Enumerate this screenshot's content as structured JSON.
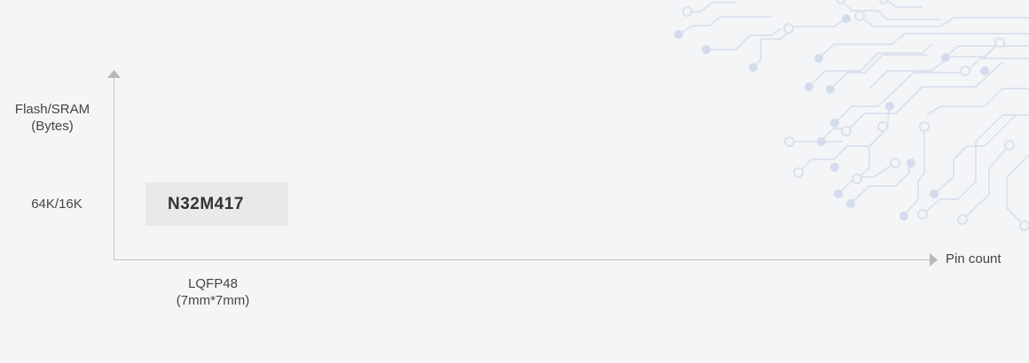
{
  "y_axis": {
    "label_line1": "Flash/SRAM",
    "label_line2": "(Bytes)"
  },
  "x_axis": {
    "label": "Pin count"
  },
  "rows": [
    {
      "label": "64K/16K"
    }
  ],
  "columns": [
    {
      "label_line1": "LQFP48",
      "label_line2": "(7mm*7mm)"
    }
  ],
  "products": [
    {
      "name": "N32M417"
    }
  ],
  "colors": {
    "background": "#f4f5f7",
    "axis": "#bdbdbd",
    "chip": "#e8e9eb",
    "circuit": "#dbe2ef"
  },
  "decoration": "circuit-pattern"
}
